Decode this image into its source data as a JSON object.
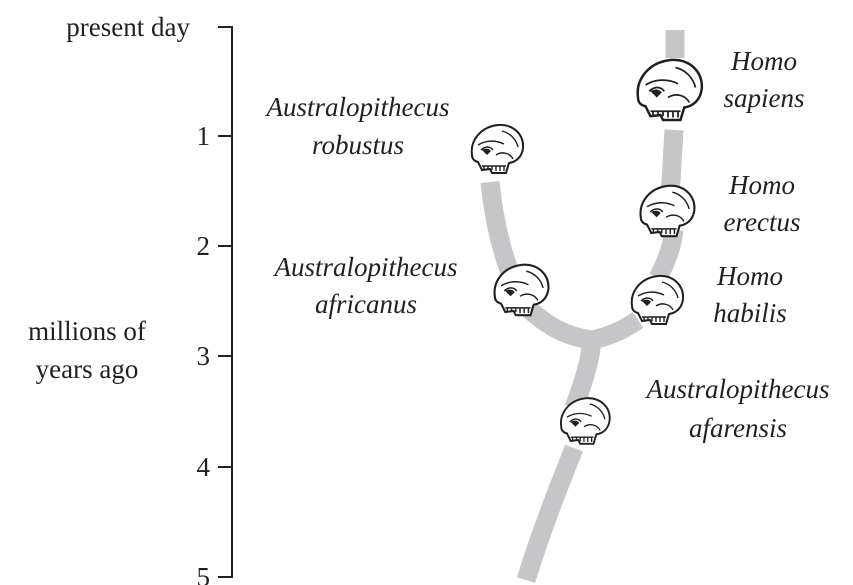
{
  "axis": {
    "top_label": "present day",
    "title_line1": "millions of",
    "title_line2": "years ago",
    "ticks": [
      "1",
      "2",
      "3",
      "4",
      "5"
    ]
  },
  "species": {
    "homo_sapiens": {
      "line1": "Homo",
      "line2": "sapiens"
    },
    "homo_erectus": {
      "line1": "Homo",
      "line2": "erectus"
    },
    "homo_habilis": {
      "line1": "Homo",
      "line2": "habilis"
    },
    "a_robustus": {
      "line1": "Australopithecus",
      "line2": "robustus"
    },
    "a_africanus": {
      "line1": "Australopithecus",
      "line2": "africanus"
    },
    "a_afarensis": {
      "line1": "Australopithecus",
      "line2": "afarensis"
    }
  },
  "colors": {
    "branch": "#c6c6c8",
    "ink": "#231f20"
  },
  "icons": {
    "skull": "hominid-skull-icon"
  }
}
